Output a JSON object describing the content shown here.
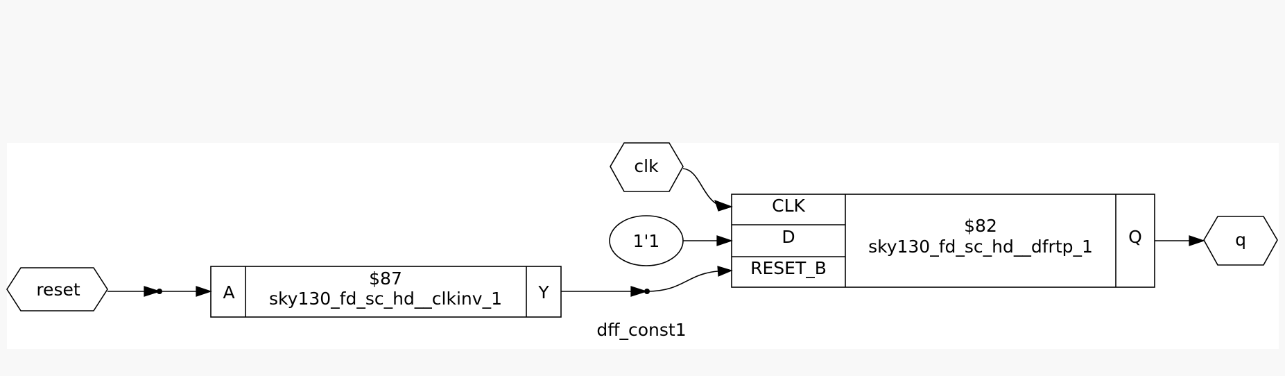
{
  "ports": {
    "reset": "reset",
    "clk": "clk",
    "const": "1'1",
    "q": "q"
  },
  "cells": {
    "inv": {
      "id": "$87",
      "type": "sky130_fd_sc_hd__clkinv_1",
      "in_pin": "A",
      "out_pin": "Y"
    },
    "dff": {
      "id": "$82",
      "type": "sky130_fd_sc_hd__dfrtp_1",
      "pin_clk": "CLK",
      "pin_d": "D",
      "pin_reset": "RESET_B",
      "pin_q": "Q"
    }
  },
  "nets": {
    "dff_const": "dff_const1"
  }
}
